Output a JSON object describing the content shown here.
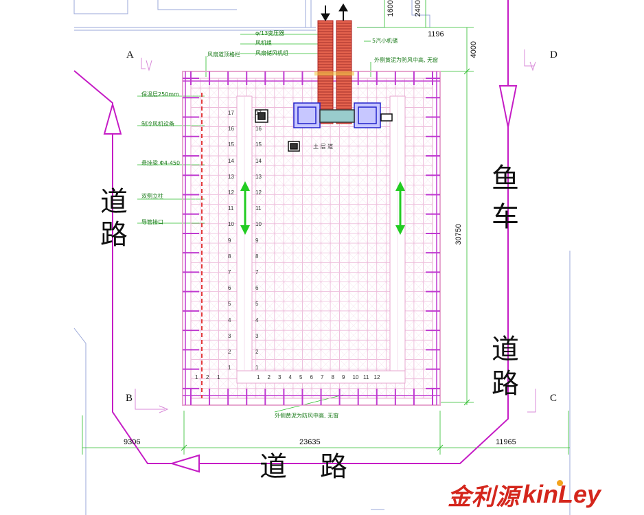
{
  "roads": {
    "left": "道路",
    "bottom": "道路",
    "right_lower": "道路",
    "right_fish": "鱼车"
  },
  "points": {
    "a": "A",
    "b": "B",
    "c": "C",
    "d": "D"
  },
  "dimensions": {
    "top_1600": "1600",
    "top_2400": "2400",
    "top_1196": "1196",
    "right_4000": "4000",
    "right_30750": "30750",
    "bottom_left": "9306",
    "bottom_mid": "23635",
    "bottom_right": "11965"
  },
  "annotations": {
    "top_a": "φ/13变压器",
    "top_b": "风机组",
    "top_c": "风扇储风机组",
    "top_d": "风扇道顶格栏",
    "top_right1": "5汽小机储",
    "top_right2": "外侧黄泥为防风中高, 无窗",
    "left_1": "保温层250mm",
    "left_2": "制冷风机设备",
    "left_3": "悬挂梁 Φ4-450",
    "left_4": "双侧立柱",
    "left_5": "导管接口",
    "bottom": "外侧黄泥为防风中高, 无窗",
    "inner_top": "土 层 道"
  },
  "row_labels": [
    "1",
    "2",
    "3",
    "4",
    "5",
    "6",
    "7",
    "8",
    "9",
    "10",
    "11",
    "12",
    "13",
    "14",
    "15",
    "16",
    "17"
  ],
  "bottom_numbers": [
    "1",
    "2",
    "3",
    "4",
    "5",
    "6",
    "7",
    "8",
    "9",
    "10",
    "11",
    "12"
  ],
  "colors": {
    "grid_pink": "#e7a6cf",
    "frame_magenta": "#c03ad0",
    "road_magenta": "#c51cc5",
    "dim_green": "#2bbd2b",
    "conveyor_red": "#e0604a",
    "machine_blue": "#2222cc",
    "arrow_green": "#22cc22",
    "logo_red": "#d4261c"
  },
  "logo": {
    "cn": "金利源",
    "en": "kinLey"
  }
}
